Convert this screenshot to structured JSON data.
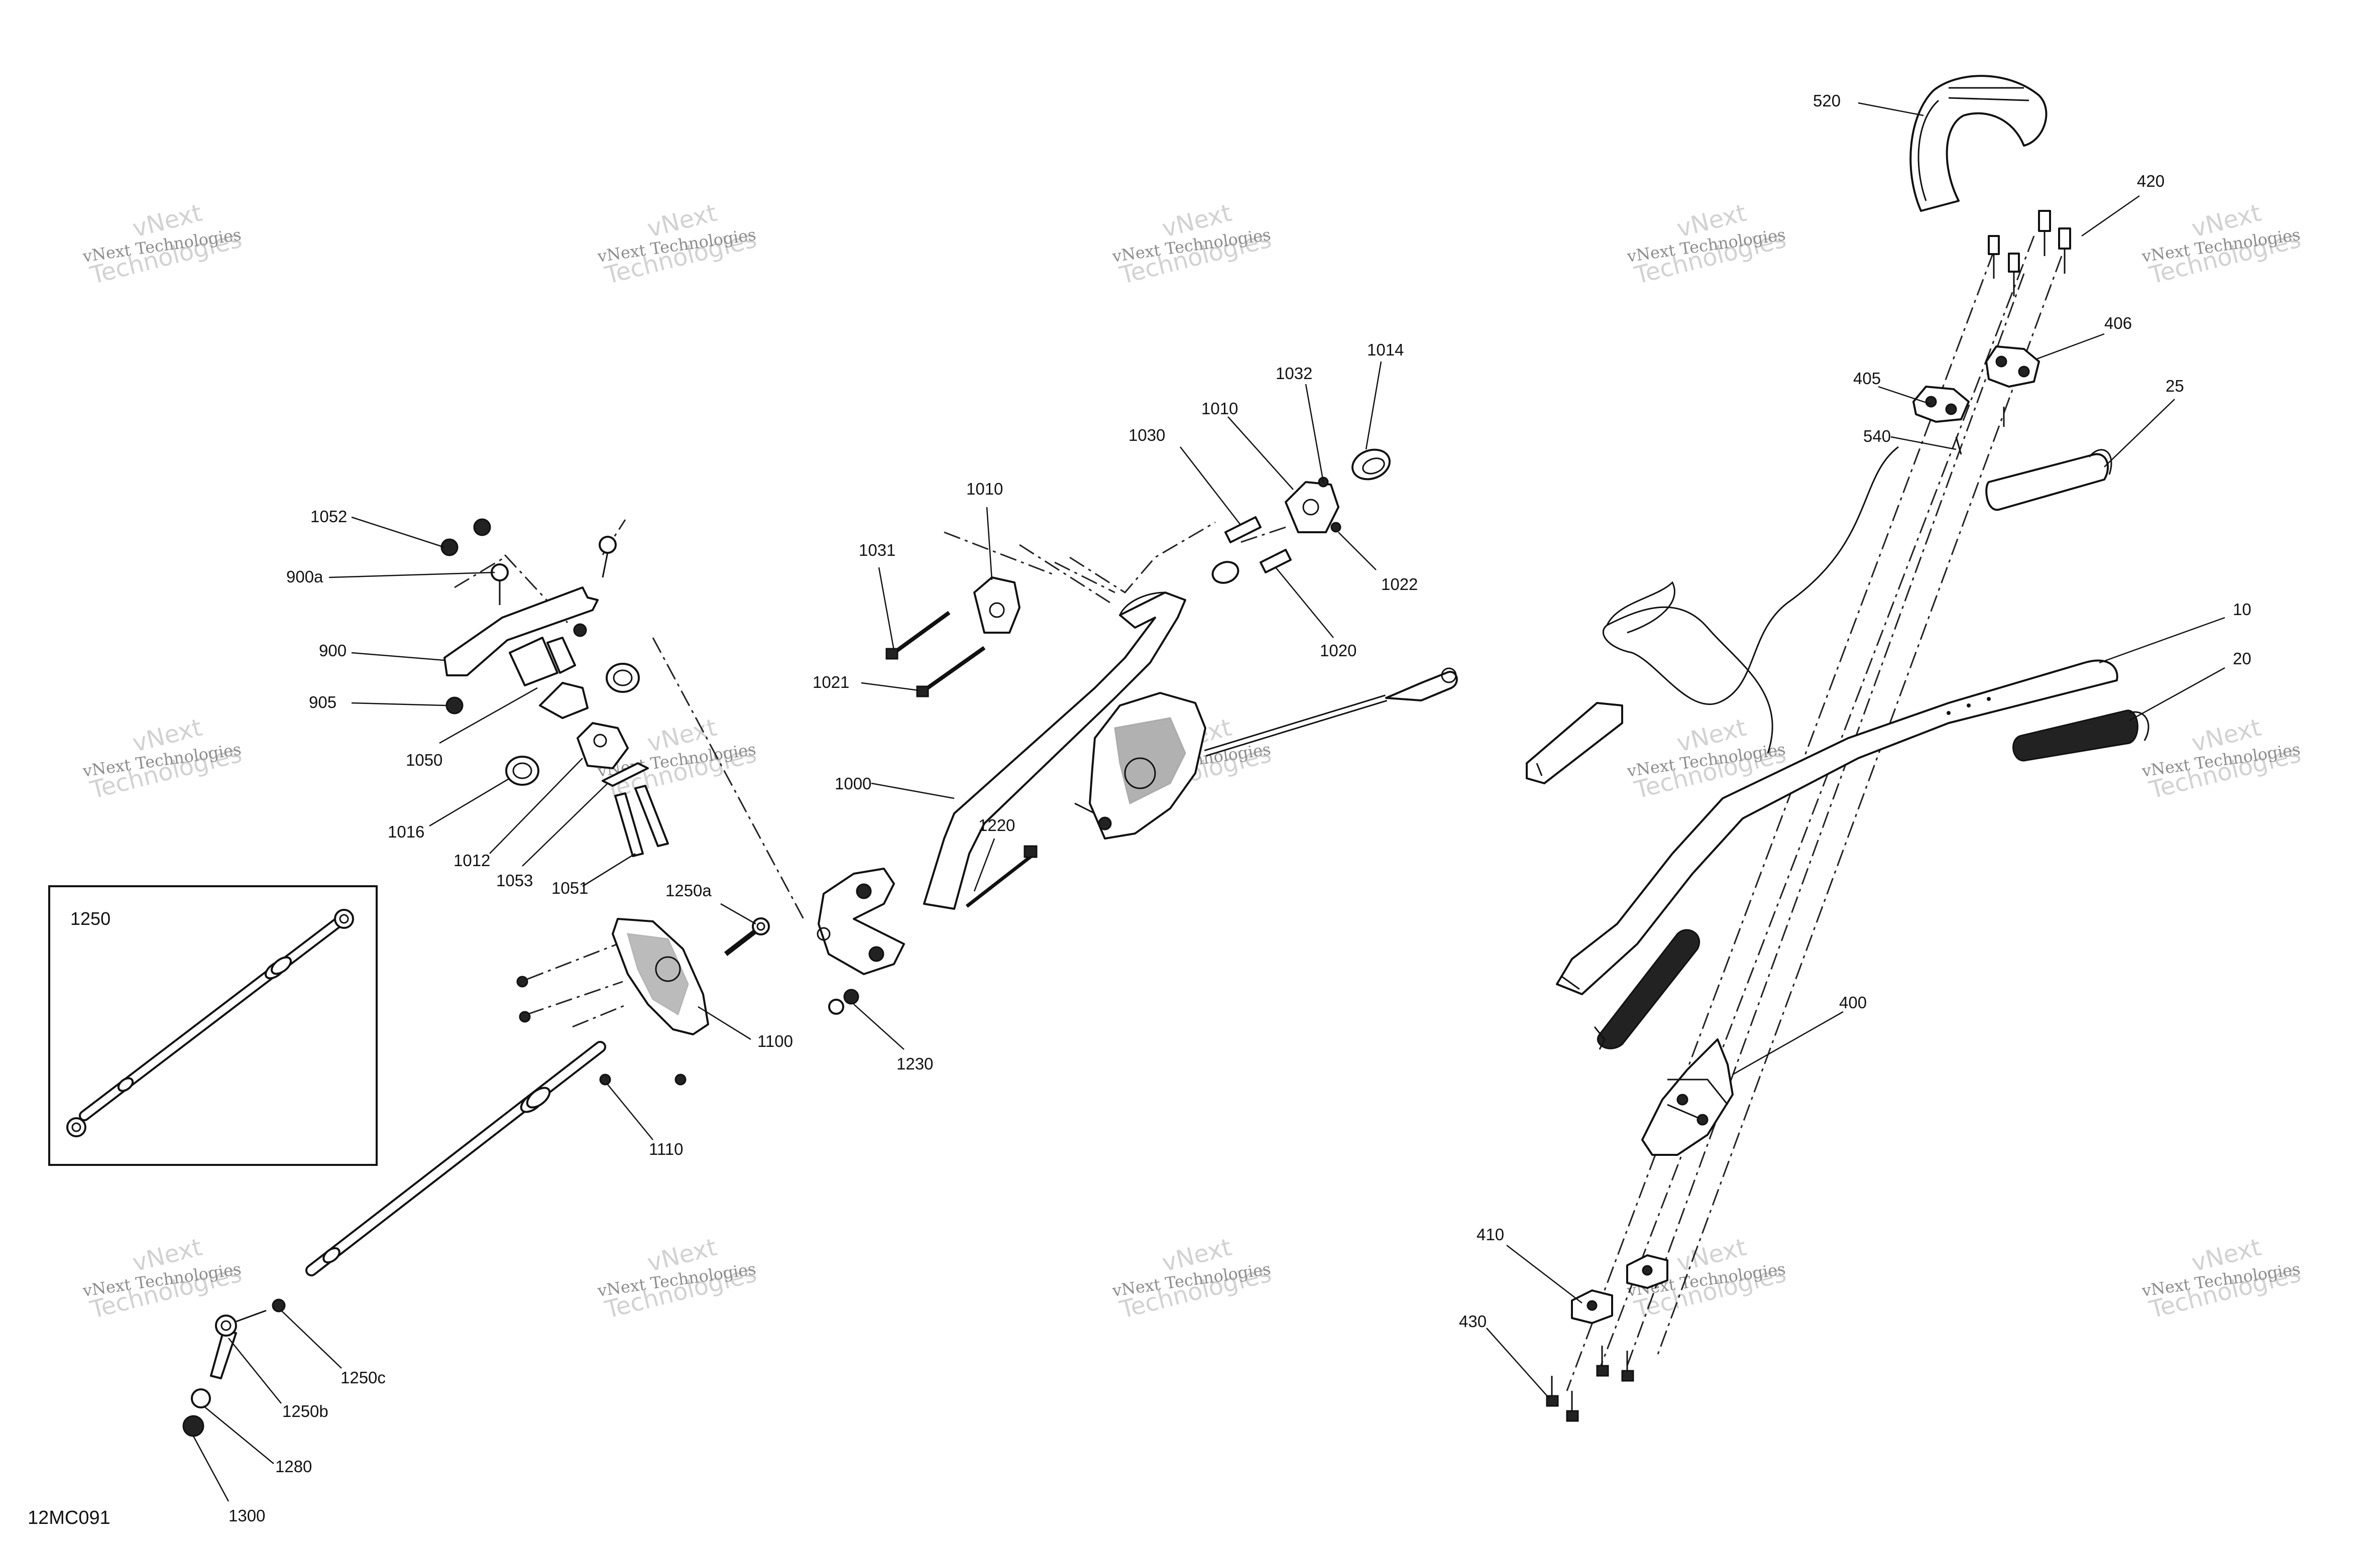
{
  "diagram_code": "12MC091",
  "inset_label": "1250",
  "watermark": {
    "line1": "vNext Technologies",
    "line2": "Technologies",
    "arc": "vNext"
  },
  "callouts": {
    "c520": "520",
    "c420": "420",
    "c406": "406",
    "c405": "405",
    "c540": "540",
    "c25": "25",
    "c10": "10",
    "c20": "20",
    "c400": "400",
    "c410": "410",
    "c430": "430",
    "c1014": "1014",
    "c1032": "1032",
    "c1010a": "1010",
    "c1030": "1030",
    "c1010b": "1010",
    "c1031": "1031",
    "c1022": "1022",
    "c1020": "1020",
    "c1021": "1021",
    "c1000": "1000",
    "c1220": "1220",
    "c1230": "1230",
    "c1052": "1052",
    "c900a": "900a",
    "c900": "900",
    "c905": "905",
    "c1050": "1050",
    "c1016": "1016",
    "c1012": "1012",
    "c1053": "1053",
    "c1051": "1051",
    "c1250a": "1250a",
    "c1100": "1100",
    "c1110": "1110",
    "c1250c": "1250c",
    "c1250b": "1250b",
    "c1280": "1280",
    "c1300": "1300"
  }
}
